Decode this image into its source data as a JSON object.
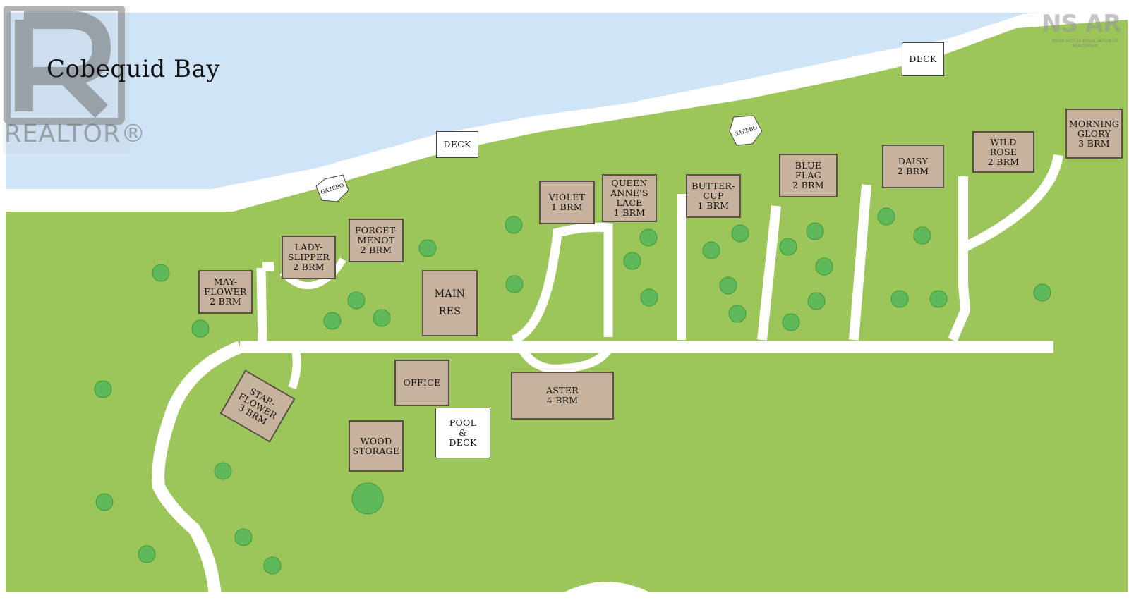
{
  "title": "Cobequid Bay",
  "watermarks": {
    "realtor": "REALTOR®",
    "nsar": "NS AR",
    "nsar_sub": "NOVA SCOTIA ASSOCIATION OF REALTORS®"
  },
  "colors": {
    "water": "#cfe5f7",
    "grass": "#9cc65a",
    "path": "#ffffff",
    "cottage": "#c7b29d",
    "tree": "#5fb85a"
  },
  "buildings": {
    "deck_left": [
      "DECK"
    ],
    "deck_right": [
      "DECK"
    ],
    "gazebo_left": "GAZEBO",
    "gazebo_right": "GAZEBO",
    "mayflower": [
      "MAY-",
      "FLOWER",
      "2 BRM"
    ],
    "ladyslipper": [
      "LADY-",
      "SLIPPER",
      "2 BRM"
    ],
    "forgetmenot": [
      "FORGET-",
      "MENOT",
      "2 BRM"
    ],
    "main_res": [
      "MAIN",
      "RES"
    ],
    "violet": [
      "VIOLET",
      "1 BRM"
    ],
    "queen_annes_lace": [
      "QUEEN",
      "ANNE'S",
      "LACE",
      "1 BRM"
    ],
    "buttercup": [
      "BUTTER-",
      "CUP",
      "1 BRM"
    ],
    "blue_flag": [
      "BLUE",
      "FLAG",
      "2 BRM"
    ],
    "daisy": [
      "DAISY",
      "2 BRM"
    ],
    "wild_rose": [
      "WILD",
      "ROSE",
      "2 BRM"
    ],
    "morning_glory": [
      "MORNING",
      "GLORY",
      "3 BRM"
    ],
    "starflower": [
      "STAR-",
      "FLOWER",
      "3 BRM"
    ],
    "office": [
      "OFFICE"
    ],
    "aster": [
      "ASTER",
      "4 BRM"
    ],
    "pool_deck": [
      "POOL",
      "&",
      "DECK"
    ],
    "wood_storage": [
      "WOOD",
      "STORAGE"
    ]
  }
}
